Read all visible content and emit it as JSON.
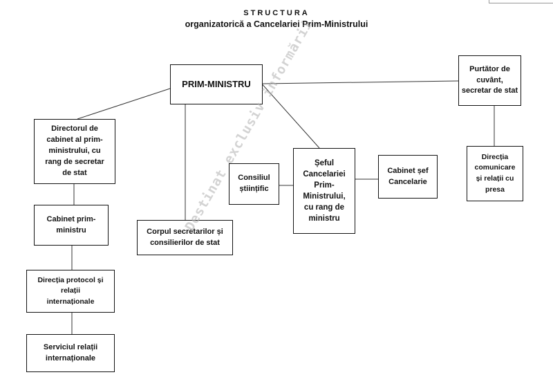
{
  "header": {
    "title": "STRUCTURA",
    "subtitle": "organizatorică a Cancelariei Prim-Ministrului"
  },
  "watermark": "Destinat exclusiv informării",
  "nodes": {
    "prime_minister": "PRIM-MINISTRU",
    "spokesperson": "Purtător de\ncuvânt,\nsecretar de stat",
    "communications": "Direcția\ncomunicare\nși relații cu\npresa",
    "cabinet_director": "Directorul de\ncabinet al prim-\nministrului, cu\nrang de secretar\nde stat",
    "pm_cabinet": "Cabinet prim-\nministru",
    "protocol": "Direcția protocol și\nrelații\ninternaționale",
    "international": "Serviciul relații\ninternaționale",
    "secretaries": "Corpul secretarilor și\nconsilierilor de stat",
    "scientific_council": "Consiliul\nștiințific",
    "chancellery_head": "Șeful\nCancelariei\nPrim-\nMinistrului,\ncu rang de\nministru",
    "chief_cabinet": "Cabinet șef\nCancelarie"
  }
}
